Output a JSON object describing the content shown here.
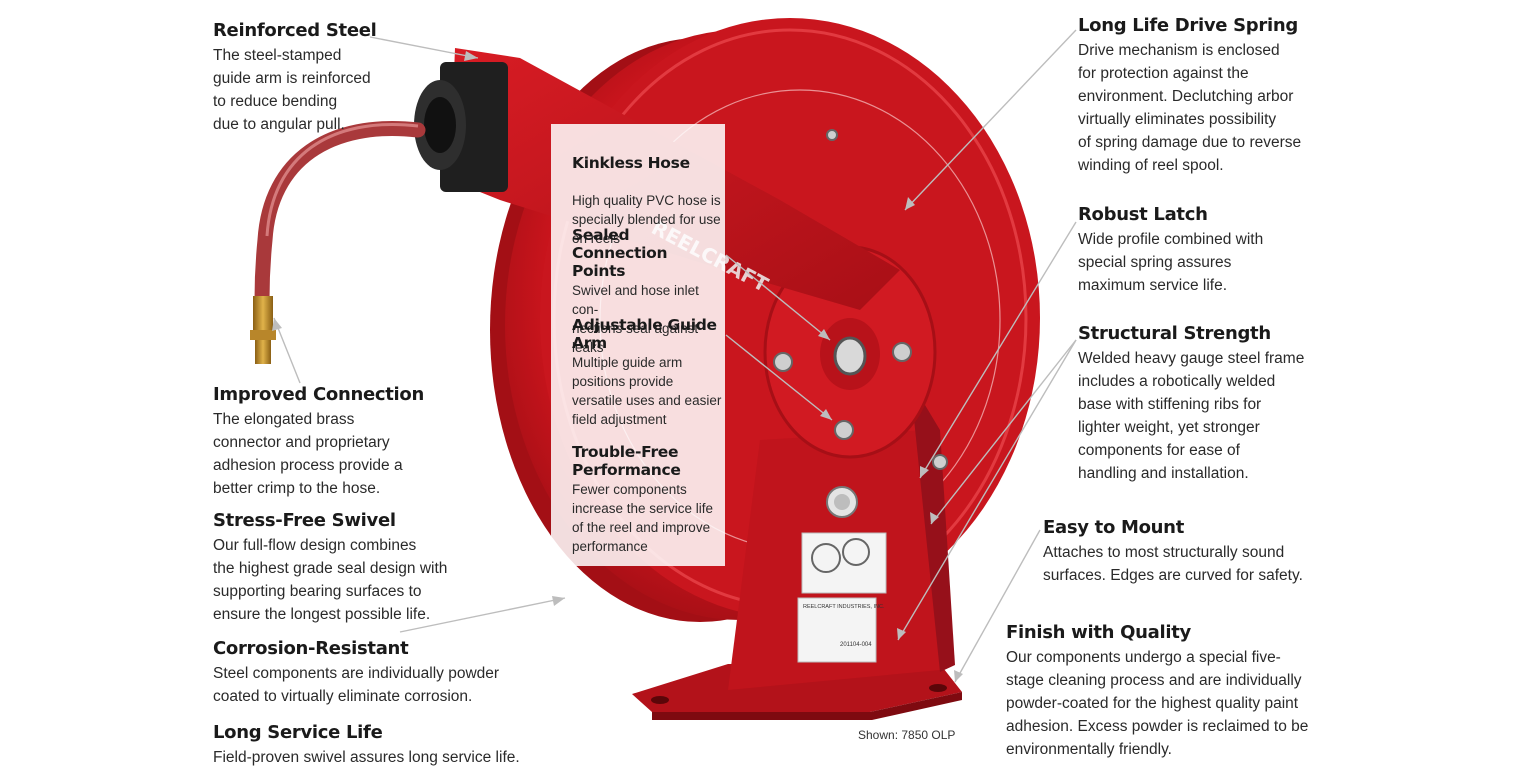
{
  "features": {
    "reinforced_steel": {
      "title": "Reinforced Steel",
      "body": "The steel-stamped\nguide arm is reinforced\nto reduce bending\ndue to angular pull."
    },
    "improved_connection": {
      "title": "Improved Connection",
      "body": "The elongated brass\nconnector and proprietary\nadhesion process provide a\nbetter crimp to the hose."
    },
    "stress_free_swivel": {
      "title": "Stress-Free Swivel",
      "body": "Our full-flow design combines\nthe highest grade seal design with\nsupporting bearing surfaces to\nensure the longest possible life."
    },
    "corrosion_resistant": {
      "title": "Corrosion-Resistant",
      "body": "Steel components are individually powder\ncoated to virtually eliminate corrosion."
    },
    "long_service_life": {
      "title": "Long Service Life",
      "body": "Field-proven swivel assures long service life."
    },
    "kinkless_hose": {
      "title": "Kinkless Hose",
      "body": "High quality PVC hose is\nspecially blended for use\non reels"
    },
    "sealed_connection": {
      "title": "Sealed Connection\nPoints",
      "body": "Swivel and hose inlet con-\nnections seal against leaks"
    },
    "adjustable_guide_arm": {
      "title": "Adjustable Guide\nArm",
      "body": "Multiple guide arm\npositions provide\nversatile uses and easier\nfield adjustment"
    },
    "trouble_free": {
      "title": "Trouble-Free\nPerformance",
      "body": "Fewer components\nincrease the service life\nof the reel and improve\nperformance"
    },
    "drive_spring": {
      "title": "Long Life Drive Spring",
      "body": "Drive mechanism is enclosed\nfor protection against the\nenvironment. Declutching arbor\nvirtually eliminates possibility\nof spring damage due to reverse\nwinding of reel spool."
    },
    "robust_latch": {
      "title": "Robust Latch",
      "body": "Wide profile combined with\nspecial spring assures\nmaximum service life."
    },
    "structural_strength": {
      "title": "Structural Strength",
      "body": "Welded heavy gauge steel frame\nincludes a robotically welded\nbase with stiffening ribs for\nlighter weight, yet stronger\ncomponents for ease of\nhandling and installation."
    },
    "easy_to_mount": {
      "title": "Easy to Mount",
      "body": "Attaches to most structurally sound\nsurfaces. Edges are curved for safety."
    },
    "finish_quality": {
      "title": "Finish with Quality",
      "body": "Our components undergo a special five-\nstage cleaning process and are individually\npowder-coated for the highest quality paint\nadhesion. Excess powder is reclaimed to be\nenvironmentally friendly."
    }
  },
  "caption": "Shown: 7850 OLP",
  "product": {
    "reel_brand_text": "REELCRAFT",
    "label_company": "REELCRAFT INDUSTRIES, INC.",
    "label_serial": "201104-004",
    "colors": {
      "reel_red": "#c8141c",
      "dark_red": "#9a0d12",
      "hose": "#b5484a",
      "brass": "#c8962e"
    }
  }
}
